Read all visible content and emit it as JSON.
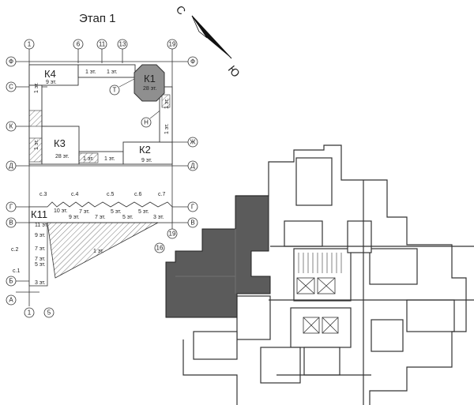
{
  "title": "Этап 1",
  "compass": {
    "north": "С",
    "south": "Ю"
  },
  "axes_top": [
    "1",
    "6",
    "11",
    "13",
    "19"
  ],
  "axes_left": [
    "Ф",
    "С",
    "К",
    "Д",
    "Г",
    "В",
    "Б",
    "А"
  ],
  "axes_right": [
    "Ф",
    "Ж",
    "Д",
    "Г",
    "В"
  ],
  "axes_bottom": [
    "1",
    "5",
    "16",
    "19"
  ],
  "axes_inner": [
    "Т",
    "Н"
  ],
  "buildings": [
    {
      "id": "К4",
      "floors": "9 эт."
    },
    {
      "id": "К1",
      "floors": "28 эт."
    },
    {
      "id": "К3",
      "floors": "28 эт."
    },
    {
      "id": "К2",
      "floors": "9 эт."
    },
    {
      "id": "К11",
      "floors": ""
    }
  ],
  "sections": [
    "с.1",
    "с.2",
    "с.3",
    "с.4",
    "с.5",
    "с.6",
    "с.7"
  ],
  "floor_labels": {
    "one": "1 эт.",
    "three": "3 эт.",
    "five": "5 эт.",
    "seven": "7 эт.",
    "nine": "9 эт.",
    "eleven": "11 эт.",
    "ten": "10 эт."
  },
  "colors": {
    "highlight": "#5b5b5b",
    "k1": "#8f8f8f",
    "hatch": "#777777"
  }
}
